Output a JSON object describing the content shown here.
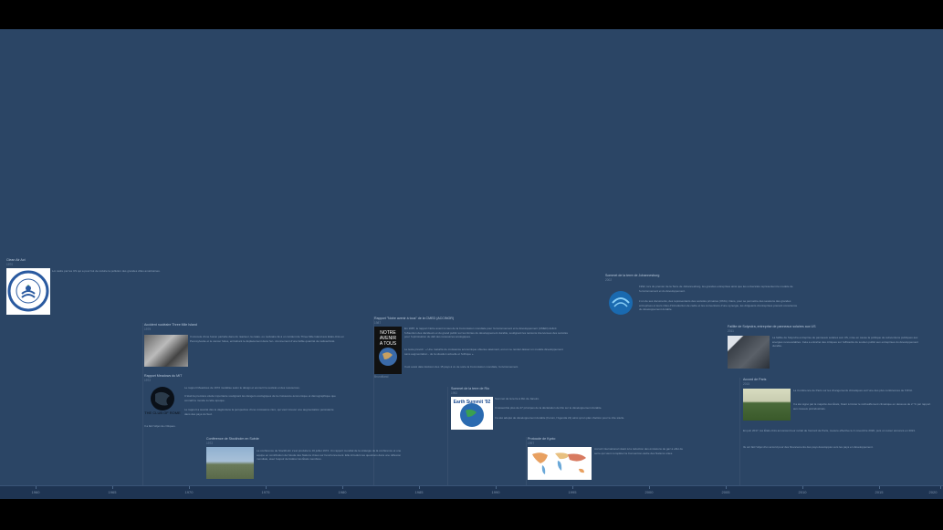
{
  "axis": {
    "ticks": [
      "1960",
      "1965",
      "1970",
      "1975",
      "1980",
      "1985",
      "1990",
      "1995",
      "2000",
      "2005",
      "2010",
      "2015",
      "2020"
    ]
  },
  "events": {
    "clean_air": {
      "title": "Clean Air Act",
      "date": "1970",
      "body": "Loi cadre par les  US qui a pour but de réduire la pollution des grandes villes américaines."
    },
    "tmi": {
      "title": "Accident nucléaire Three Mile Island",
      "date": "1979",
      "body": "Il s'écoule d'une fusion partielle dans du réacteur, la catas- ou nucléaire lié à un incident de Three Mile Island aux  Etats-Unis en Pennsylvanie et le cancer fuites, entraînant le déplacement dans l'en- vironnement d'une faible quantité de radioactivité."
    },
    "meadows": {
      "title": "Rapport Meadows du MIT",
      "date": "1972",
      "body1": "Le rapport Meadows de 1972 modélise selon le désign et encourir la société et des ressources.",
      "body2": "C'était la première étude importante soulignant les dangers écologiques de la croissance économique et démographique que connaît le monde à cette époque.",
      "body3": "Le rapport a suscité dès le dégât dans la perspective d'une croissance zéro, qui vient trouver une augmentation persistante dans des pays du Sud.",
      "footer": "Il a fait l'objet de critiques."
    },
    "stockholm": {
      "title": "Conférence de Stockholm en Suède",
      "date": "1972",
      "body": "La conférence de Stockholm s'est produite le 16 juillet 1972. Un rapport mondial de la stratégie de la conférence et une équipe en contribution de l'étude des Nations Unies sur l'environnement. Elle introduit ces questions dans une réflexion mondiale, avec l'espoir de fédérer les États membres."
    },
    "brundtland": {
      "title": "Rapport \"Notre avenir à tous\" de la CMED (ACCINOR)",
      "date": "1987",
      "caption": "Brundtland",
      "body1": "En 1987, le rapport Notre avenir à tous de la Commission mondiale pour l'environnement et le développement (CMED) définit l'obtention des décideurs et du grand public sur les limites du développement durable, soulignant les tensions intervenues des sociétés pour l'optimisation du défi des ressources écologiques.",
      "body2": "Le texte prévoit : « Une maturité de croissance économique obtenue aisément, est un ne rendez-laisser un modèle développement sans augmentation - de la situation actuelle et l'éthique ».",
      "body3": "Il est aussi daté décision des 15 pays à vu de sorte la Commission mondiale, l'environnement."
    },
    "rio": {
      "title": "Sommet de la terre de Rio",
      "date": "1992",
      "body1": "Sommet de la terre à Rio de Janeiro.",
      "body2": "Il rassemble plus de 27 principes de la déclaration de Rio sur le développement durable.",
      "body3": "Il a été adopté de développement durable (Forum, l'Agenda 21) ainsi qu'un plan d'action pour le 21e siècle."
    },
    "kyoto": {
      "title": "Protocole de Kyoto",
      "date": "1997",
      "body": "Accord international visant à la réduction des émissions de gaz à effet de serre qui vient compléter la Convention-cadre des Nations unies."
    },
    "johannesburg": {
      "title": "Sommet de la terre de Johannesburg",
      "date": "2002",
      "body1": "1992, lors du premier de la Terre de Johannesburg, les grandes entreprises ainsi que les universités représentent le modèle de l'environnement et du développement.",
      "body2": "L'un de ses documents, des représentants des sociétés primaires (ONG). Dans, pour se permettre des sessions des grandes entreprises et leurs rôles d'introduction de cadre et les conventions d'une synergie, les dirigeants d'entreprises prenant conscience du développement durable."
    },
    "subsidies": {
      "title": "Faillite de Solyndra, entreprise de panneaux solaires aux  US",
      "date": "2011",
      "body": "La faillite de Solyndra entreprise de panneaux solaires aux  US, mise en cause la politique de subventions publiques aux énergies renouvelables. Cela a entraîné des critiques sur l'efficacité du soutien public aux entreprises du développement durable."
    },
    "paris": {
      "title": "Accord de Paris",
      "date": "2015",
      "body1": "La Conférence de Paris sur les changements climatiques est l'une des plus conférences de l'ONU.",
      "body2": "Il a été signé par la majorité des États, fixant à limiter le réchauffement climatique en dessous de 2 °C par rapport aux niveaux préindustriels.",
      "body3": "En juin 2017, les États-Unis annoncent leur retrait de l'accord de Paris, mesure effective le 4 novembre 2020, puis un retour annoncé en 2021.",
      "body4": "Ils ont fait l'objet d'un accord pour des financements des pays développés vers les pays en développement."
    }
  },
  "colors": {
    "background": "#2b4565",
    "axis": "#1e3452",
    "letterbox": "#000000"
  }
}
